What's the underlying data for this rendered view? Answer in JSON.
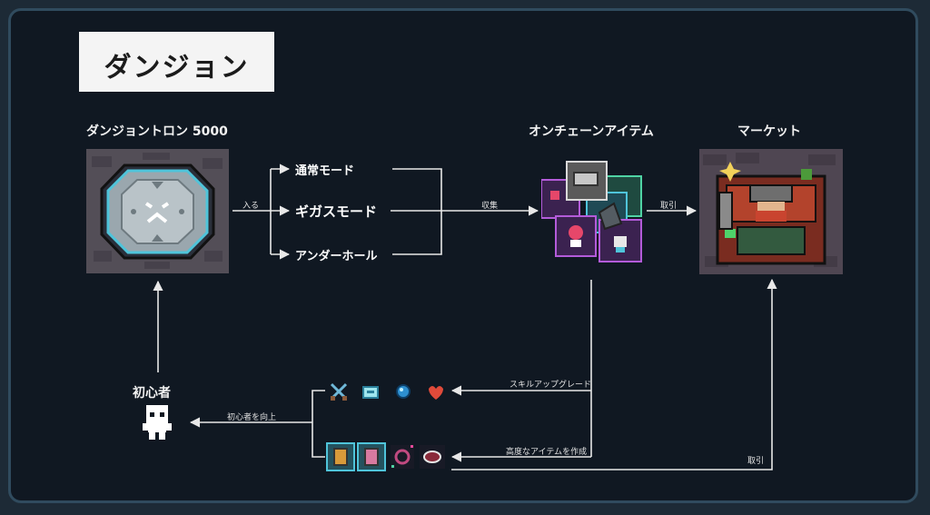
{
  "title": "ダンジョン",
  "nodes": {
    "dungeontron": "ダンジョントロン 5000",
    "onchain_items": "オンチェーンアイテム",
    "market": "マーケット",
    "beginner": "初心者"
  },
  "modes": [
    "通常モード",
    "ギガスモード",
    "アンダーホール"
  ],
  "edges": {
    "enter": "入る",
    "collect": "収集",
    "trade_top": "取引",
    "skill_upgrade": "スキルアップグレード",
    "craft": "高度なアイテムを作成",
    "improve": "初心者を向上",
    "trade_bottom": "取引"
  },
  "colors": {
    "background": "#101822",
    "frame": "#304b5e",
    "line": "#e8e8e8",
    "purple": "#7b3fa8",
    "teal": "#2f7f6e"
  }
}
